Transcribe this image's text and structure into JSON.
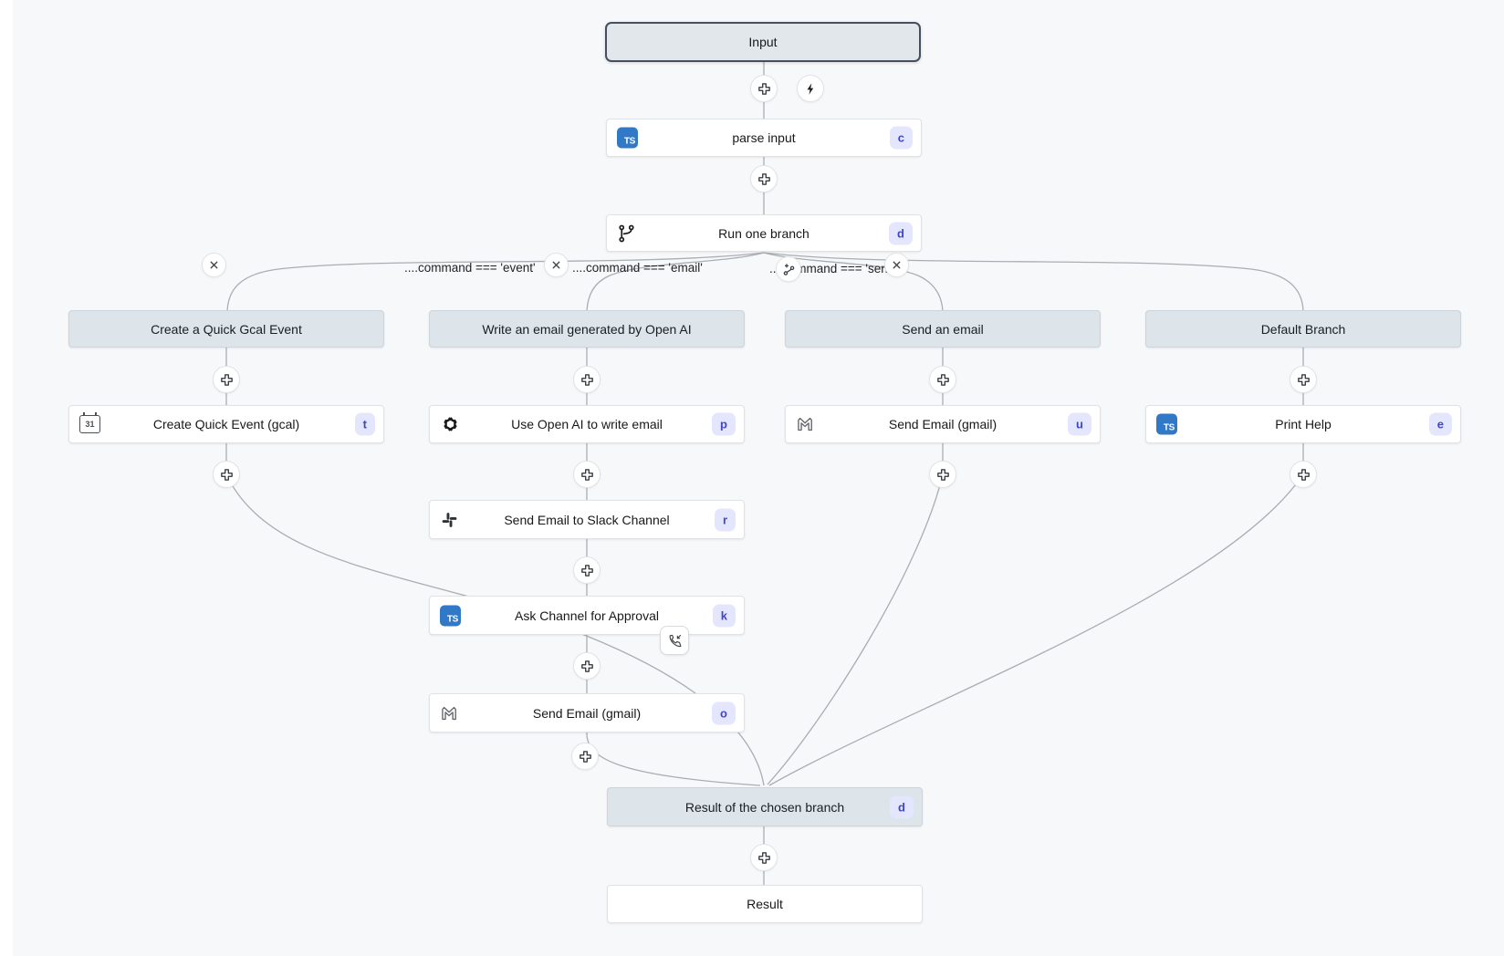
{
  "flow": {
    "input": {
      "label": "Input"
    },
    "main": [
      {
        "label": "parse input",
        "badge": "c",
        "icon": "typescript"
      },
      {
        "label": "Run one branch",
        "badge": "d",
        "icon": "git-branch"
      }
    ],
    "conditions": [
      {
        "text": "....command === 'event'"
      },
      {
        "text": "....command === 'email'"
      },
      {
        "text": "....command === 'send'"
      }
    ],
    "branches": [
      {
        "header": "Create a Quick Gcal Event",
        "steps": [
          {
            "label": "Create Quick Event (gcal)",
            "badge": "t",
            "icon": "calendar"
          }
        ]
      },
      {
        "header": "Write an email generated by Open AI",
        "steps": [
          {
            "label": "Use Open AI to write email",
            "badge": "p",
            "icon": "openai"
          },
          {
            "label": "Send Email to Slack Channel",
            "badge": "r",
            "icon": "slack"
          },
          {
            "label": "Ask Channel for Approval",
            "badge": "k",
            "icon": "typescript"
          },
          {
            "label": "Send Email (gmail)",
            "badge": "o",
            "icon": "gmail"
          }
        ]
      },
      {
        "header": "Send an email",
        "steps": [
          {
            "label": "Send Email (gmail)",
            "badge": "u",
            "icon": "gmail"
          }
        ]
      },
      {
        "header": "Default Branch",
        "steps": [
          {
            "label": "Print Help",
            "badge": "e",
            "icon": "typescript"
          }
        ]
      }
    ],
    "result_of_branch": {
      "label": "Result of the chosen branch",
      "badge": "d"
    },
    "result": {
      "label": "Result"
    }
  },
  "colors": {
    "background": "#f7f8f9",
    "edge": "#a9aeb4",
    "virtual_node_fill": "#dde4ea",
    "input_border": "#454f5d",
    "badge_bg": "#e3e6fd",
    "badge_text": "#4245c9",
    "typescript_blue": "#3178c6"
  }
}
